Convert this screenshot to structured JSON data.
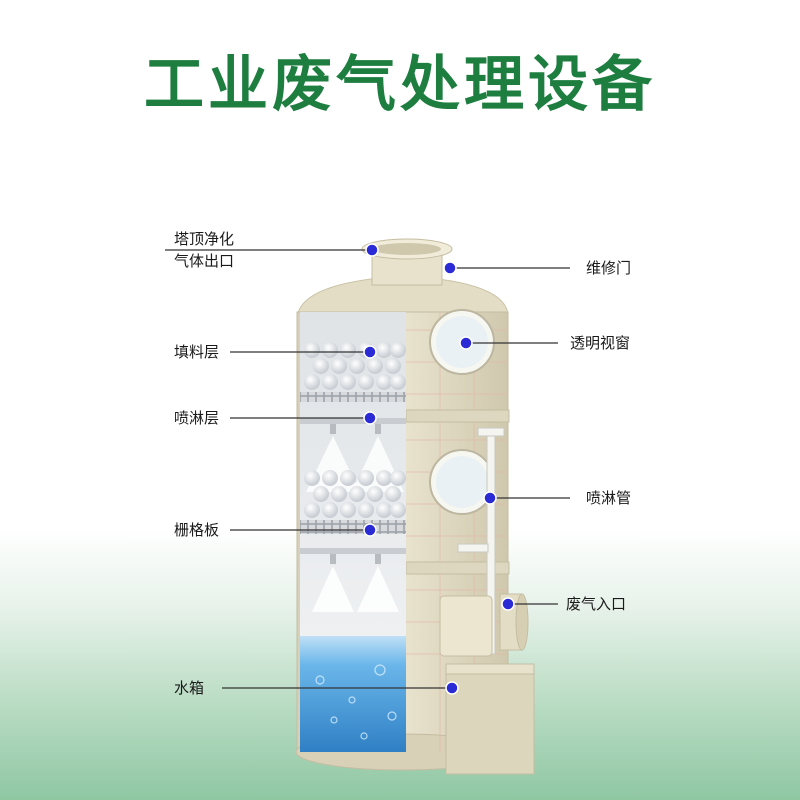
{
  "title": "工业废气处理设备",
  "labels": {
    "tower_outlet_line1": "塔顶净化",
    "tower_outlet_line2": "气体出口",
    "packing_layer": "填料层",
    "spray_layer": "喷淋层",
    "grid_plate": "栅格板",
    "water_tank": "水箱",
    "maintenance_door": "维修门",
    "observation_window": "透明视窗",
    "spray_pipe": "喷淋管",
    "exhaust_inlet": "废气入口"
  },
  "colors": {
    "title": "#1d7e3f",
    "marker": "#2b2bd6",
    "tower_body": "#e9e4cf",
    "water": "#4aa3e0"
  }
}
